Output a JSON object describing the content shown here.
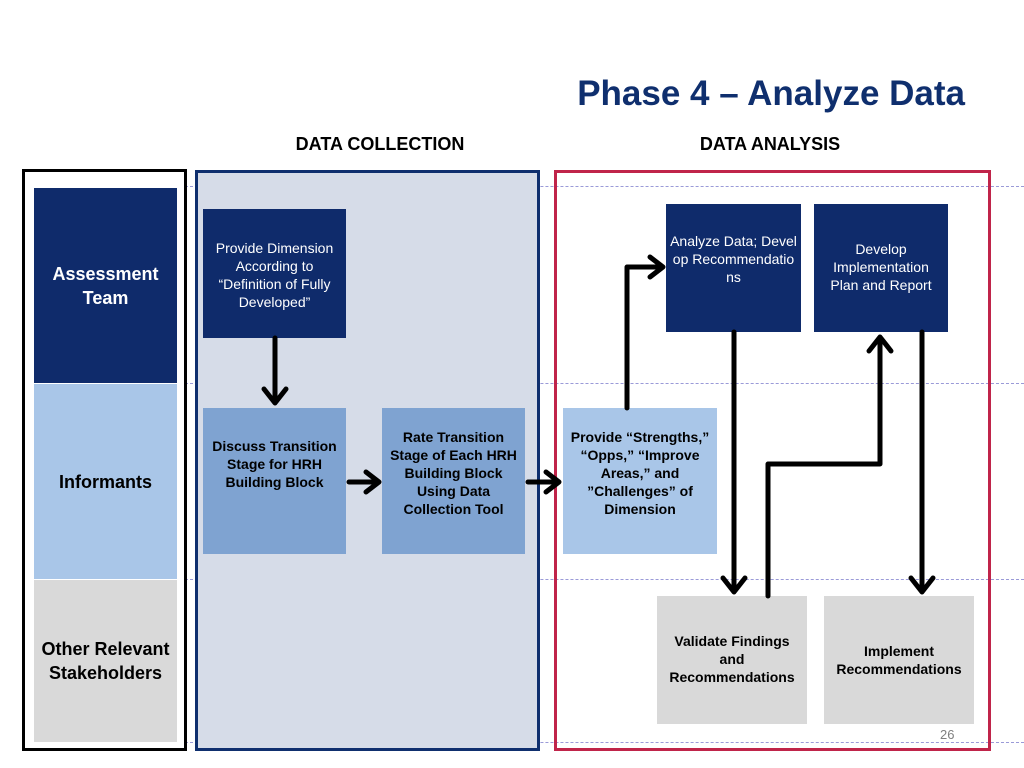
{
  "title": "Phase 4 – Analyze Data",
  "sections": {
    "collection": "DATA COLLECTION",
    "analysis": "DATA ANALYSIS"
  },
  "rows": {
    "assessment_team": "Assessment Team",
    "informants": "Informants",
    "other_stakeholders": "Other Relevant Stakeholders"
  },
  "boxes": {
    "provide_dimension": "Provide Dimension According to “Definition of Fully Developed”",
    "discuss_transition": "Discuss Transition Stage for HRH Building Block",
    "rate_transition": "Rate Transition Stage of Each HRH Building Block Using Data Collection Tool",
    "provide_strengths": "Provide “Strengths,” “Opps,” “Improve Areas,” and ”Challenges” of Dimension",
    "analyze_data": "Analyze Data; Develop Recommendations",
    "develop_plan": "Develop Implementation Plan and Report",
    "validate_findings": "Validate Findings and Recommendations",
    "implement": "Implement Recommendations"
  },
  "page_number": "26",
  "colors": {
    "title_blue": "#0f2f6e",
    "dark_navy": "#0f2b6b",
    "medium_blue": "#7fa3d1",
    "light_blue": "#a9c6e8",
    "grey": "#d9d9d9",
    "collection_fill": "#d6dce8",
    "analysis_border": "#c0244a"
  }
}
